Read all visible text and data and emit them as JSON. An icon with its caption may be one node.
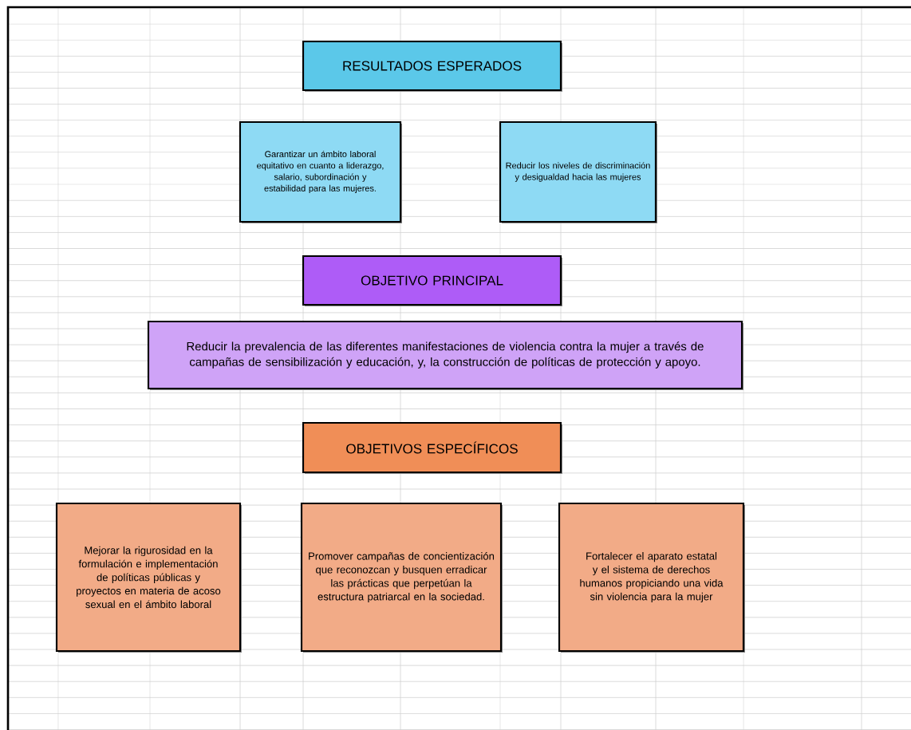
{
  "diagram": {
    "nodes": [
      {
        "text": [
          "RESULTADOS ESPERADOS"
        ]
      },
      {
        "text": [
          "Garantizar un ámbito laboral equitativo en cuanto a liderazgo, salario, subordinación y estabilidad para las mujeres."
        ]
      },
      {
        "text": [
          "Reducir los niveles de discriminación y desigualdad hacia las mujeres"
        ]
      },
      {
        "text": [
          "OBJETIVO PRINCIPAL"
        ]
      },
      {
        "text": [
          "Reducir la prevalencia de las diferentes manifestaciones de violencia contra la mujer a través de campañas de sensibilización y educación, y, la construcción de políticas de protección y apoyo."
        ]
      },
      {
        "text": [
          "OBJETIVOS ESPECÍFICOS"
        ]
      },
      {
        "text": [
          "Mejorar la rigurosidad en la formulación e implementación de políticas públicas y proyectos en materia de acoso sexual en el ámbito laboral"
        ]
      },
      {
        "text": [
          "Promover campañas de concientización que reconozcan y busquen erradicar las prácticas que perpetúan la estructura patriarcal en la sociedad."
        ]
      },
      {
        "text": [
          "Fortalecer el aparato estatal y el sistema de derechos humanos propiciando una vida sin violencia para la mujer"
        ]
      }
    ]
  }
}
